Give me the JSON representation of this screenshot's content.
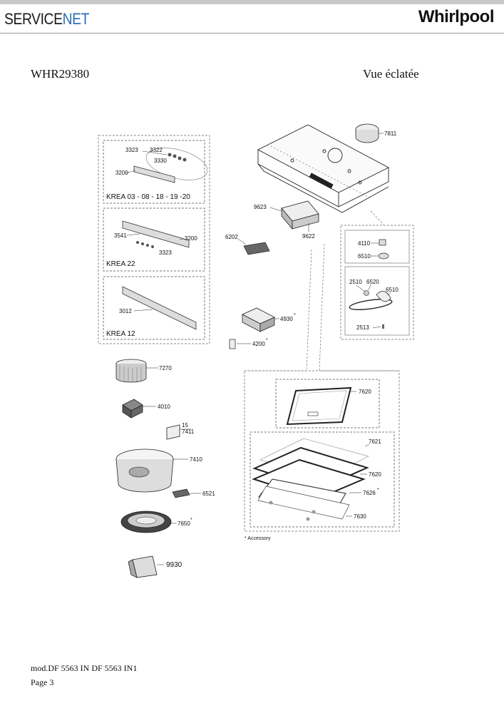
{
  "header": {
    "brand_left_a": "SERVICE",
    "brand_left_b": "NET",
    "brand_right": "Whirlpool"
  },
  "title": {
    "model": "WHR29380",
    "view": "Vue éclatée"
  },
  "kits": [
    {
      "name": "KREA 03 - 08 - 18 - 19 -20",
      "parts": [
        "3323",
        "3322",
        "3330",
        "3200"
      ]
    },
    {
      "name": "KREA  22",
      "parts": [
        "3541",
        "3200",
        "3323"
      ]
    },
    {
      "name": "KREA  12",
      "parts": [
        "3012"
      ]
    }
  ],
  "parts": {
    "p7811": "7811",
    "p9623": "9623",
    "p9622": "9622",
    "p6202": "6202",
    "p4930": "4930",
    "p4200": "4200",
    "p4110": "4110",
    "p6510a": "6510",
    "p2510": "2510",
    "p6520": "6520",
    "p6510b": "6510",
    "p2513": "2513",
    "p7270": "7270",
    "p4010": "4010",
    "p15": "15",
    "p7411": "7411",
    "p7410": "7410",
    "p6521": "6521",
    "p7650": "7650",
    "p9930": "9930",
    "p7620a": "7620",
    "p7621": "7621",
    "p7620b": "7620",
    "p7626": "7626",
    "p7630": "7630"
  },
  "marks": {
    "star": "*",
    "accessory": "* Accessory"
  },
  "footer": {
    "line1": "mod.DF 5563 IN DF 5563 IN1",
    "line2": "Page 3"
  }
}
